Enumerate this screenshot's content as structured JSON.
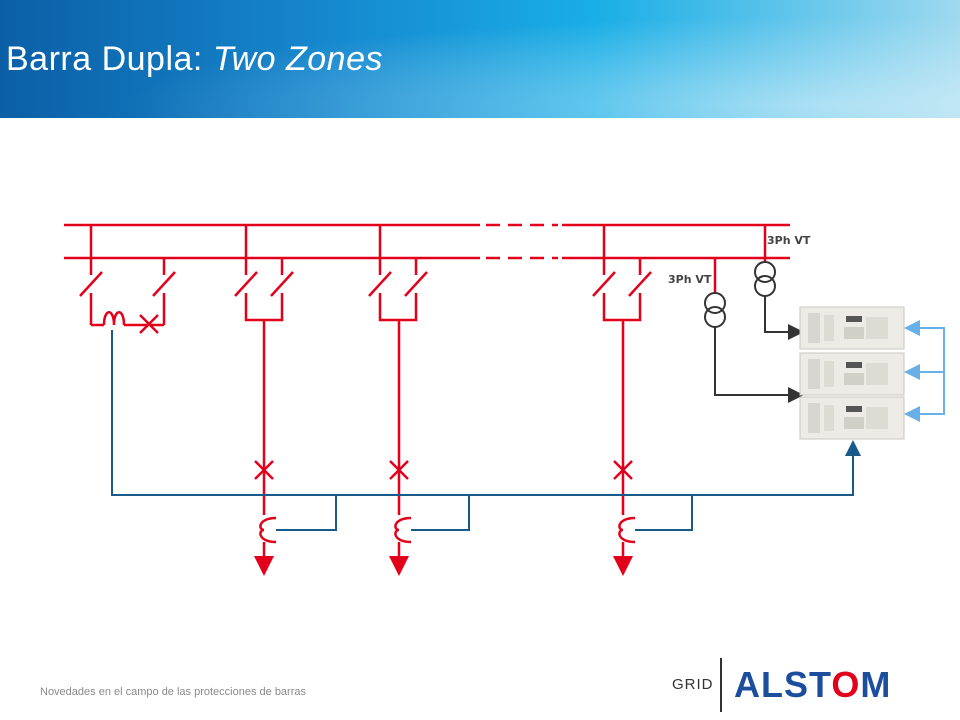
{
  "header": {
    "title_main": "Barra Dupla: ",
    "title_italic": "Two Zones"
  },
  "diagram": {
    "vt_label_top": "3Ph VT",
    "vt_label_mid": "3Ph VT"
  },
  "footer": {
    "text": "Novedades en el campo de las protecciones de barras"
  },
  "logo": {
    "division": "GRID",
    "brand_pre": "ALST",
    "brand_o": "O",
    "brand_post": "M"
  },
  "colors": {
    "primary_circuit": "#e3001b",
    "secondary_wiring": "#1a5a8a",
    "vt_wiring": "#333333",
    "relay_links": "#6ab0e8"
  },
  "icons": [
    "relay-panel-icon",
    "vt-icon",
    "ct-icon",
    "circuit-breaker-icon",
    "isolator-icon"
  ]
}
